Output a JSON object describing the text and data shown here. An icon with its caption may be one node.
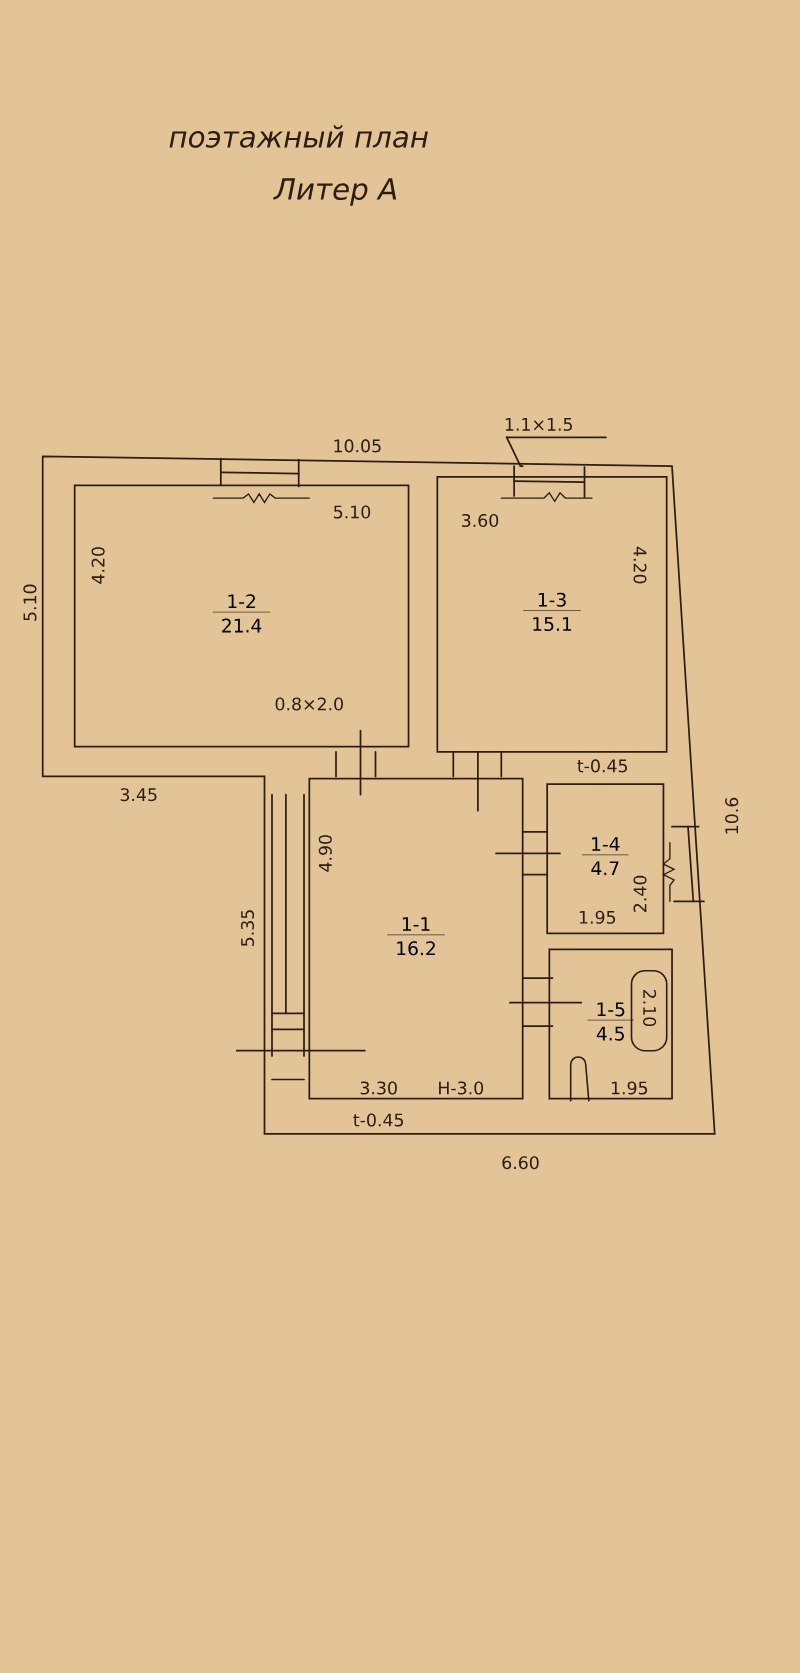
{
  "diagram": {
    "title": "поэтажный план",
    "nodes": [
      {
        "text": [
          "1-2",
          "21.4"
        ]
      },
      {
        "text": [
          "1-3",
          "15.1"
        ]
      },
      {
        "text": [
          "1-1",
          "16.2"
        ]
      },
      {
        "text": [
          "1-4",
          "4.7"
        ]
      },
      {
        "text": [
          "1-5",
          "4.5"
        ]
      }
    ],
    "labels": [
      "Литер А",
      "10.05",
      "1.1×1.5",
      "5.10",
      "3.60",
      "5.10",
      "4.20",
      "4.20",
      "0.8×2.0",
      "3.45",
      "t-0.45",
      "10.6",
      "4.90",
      "5.35",
      "2.40",
      "1.95",
      "2.10",
      "3.30",
      "Н-3.0",
      "1.95",
      "t-0.45",
      "6.60"
    ]
  }
}
